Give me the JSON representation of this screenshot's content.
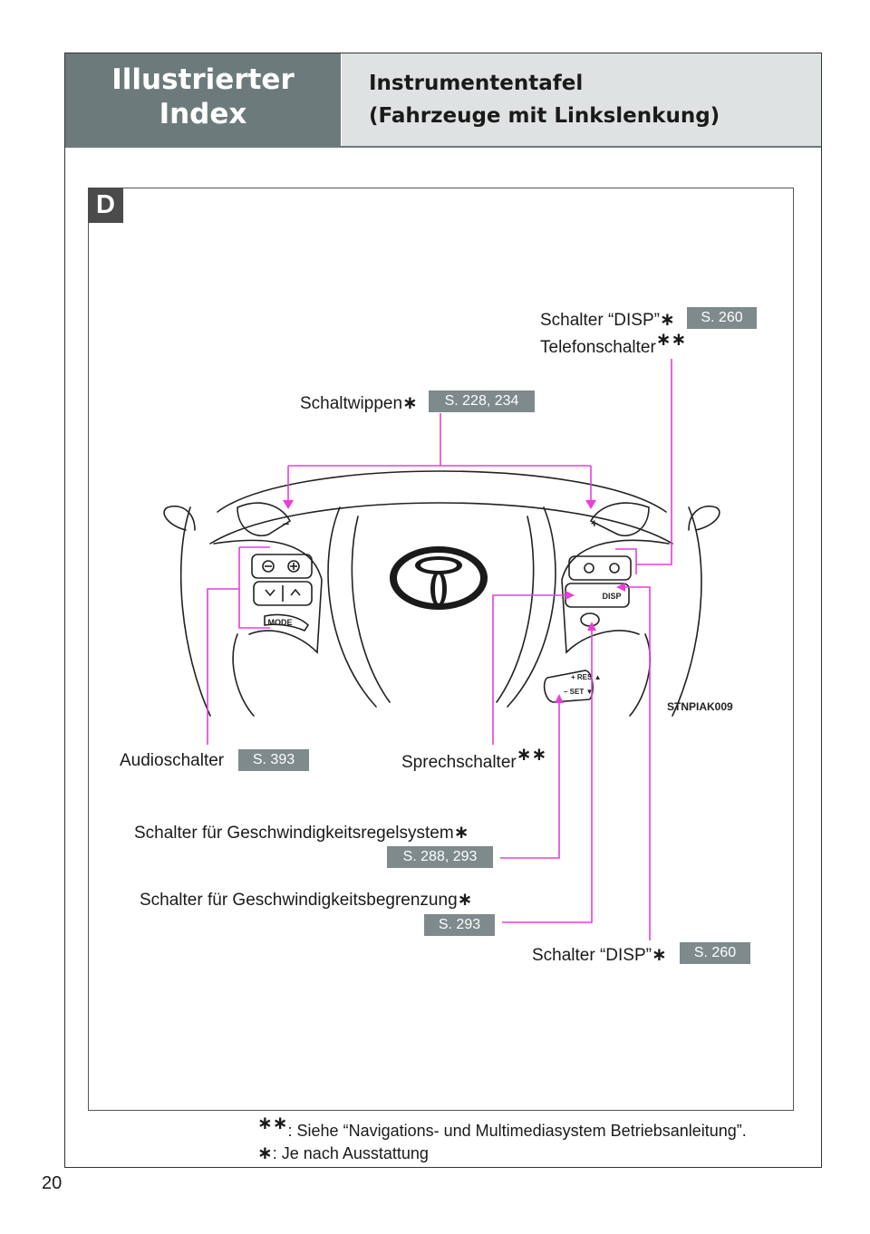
{
  "header": {
    "section_line1": "Illustrierter",
    "section_line2": "Index",
    "title_line1": "Instrumententafel",
    "title_line2": "(Fahrzeuge mit Linkslenkung)"
  },
  "panel_tab": "D",
  "labels": {
    "disp_top": "Schalter “DISP”",
    "disp_top_page": "S. 260",
    "telefon": "Telefonschalter",
    "schaltwippen": "Schaltwippen",
    "schaltwippen_page": "S. 228, 234",
    "audio": "Audioschalter",
    "audio_page": "S. 393",
    "sprech": "Sprechschalter",
    "geschw_regel": "Schalter für Geschwindigkeitsregelsystem",
    "geschw_regel_page": "S. 288, 293",
    "geschw_begr": "Schalter für Geschwindigkeitsbegrenzung",
    "geschw_begr_page": "S. 293",
    "disp_bottom": "Schalter “DISP”",
    "disp_bottom_page": "S. 260"
  },
  "illustration": {
    "code": "STNPIAK009",
    "switch_texts": {
      "mode": "MODE",
      "disp": "DISP",
      "res": "+ RES ▲",
      "set": "– SET ▼",
      "minus": "–",
      "plus": "+"
    }
  },
  "footnotes": {
    "double_star": "Siehe “Navigations- und Multimediasystem Betriebsanleitung”.",
    "single_star": "Je nach Ausstattung"
  },
  "symbols": {
    "single": "∗",
    "double": "∗∗",
    "sep": ": "
  },
  "page_number": "20",
  "colors": {
    "header_dark": "#6d7a7b",
    "header_light": "#dfe2e2",
    "leader": "#e83fd8",
    "badge": "#7e8a8b"
  }
}
